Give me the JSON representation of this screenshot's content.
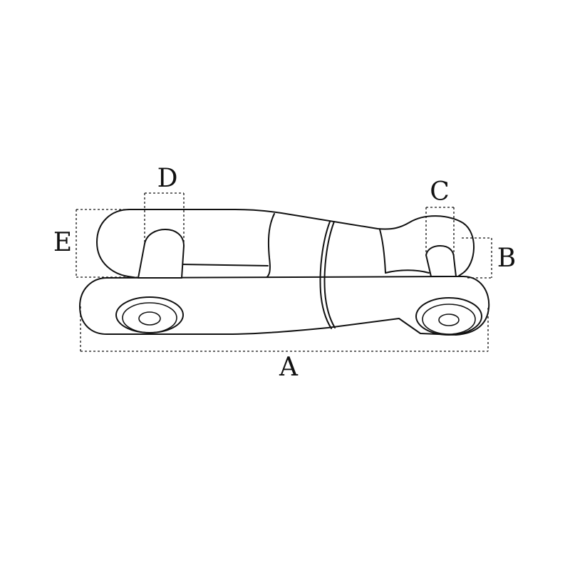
{
  "labels": {
    "a": "A",
    "b": "B",
    "c": "C",
    "d": "D",
    "e": "E"
  },
  "colors": {
    "stroke": "#111111",
    "background": "#ffffff"
  }
}
